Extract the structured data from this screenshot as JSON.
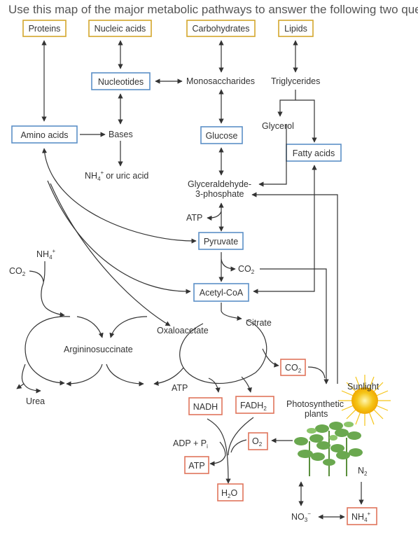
{
  "header": {
    "instruction": "Use this map of the major metabolic pathways to answer the following two ques"
  },
  "macromolecules": {
    "proteins": "Proteins",
    "nucleic_acids": "Nucleic acids",
    "carbohydrates": "Carbohydrates",
    "lipids": "Lipids"
  },
  "monomers": {
    "nucleotides": "Nucleotides",
    "monosaccharides": "Monosaccharides",
    "triglycerides": "Triglycerides",
    "glycerol": "Glycerol",
    "amino_acids": "Amino acids",
    "bases": "Bases",
    "glucose": "Glucose",
    "fatty_acids": "Fatty acids"
  },
  "nitrogen_waste": {
    "nh4_or_uric": "or uric acid",
    "nh4_label": "NH",
    "nh4_sub": "4",
    "nh4_sup": "+"
  },
  "glycolysis": {
    "g3p_line1": "Glyceraldehyde-",
    "g3p_line2": "3-phosphate",
    "atp": "ATP",
    "pyruvate": "Pyruvate",
    "co2": "CO",
    "co2_sub": "2",
    "acetyl_coa": "Acetyl-CoA"
  },
  "urea_cycle": {
    "nh4": "NH",
    "co2": "CO",
    "argininosuccinate": "Argininosuccinate",
    "urea": "Urea"
  },
  "krebs": {
    "oxaloacetate": "Oxaloacetate",
    "citrate": "Citrate",
    "co2": "CO",
    "atp": "ATP",
    "nadh": "NADH",
    "fadh2": "FADH",
    "fadh2_sub": "2"
  },
  "electron_transport": {
    "adp_pi": "ADP + P",
    "adp_sub": "i",
    "atp": "ATP",
    "o2": "O",
    "o2_sub": "2",
    "h2o_h": "H",
    "h2o_sub": "2",
    "h2o_o": "O"
  },
  "plants": {
    "photosynthetic_line1": "Photosynthetic",
    "photosynthetic_line2": "plants",
    "sunlight": "Sunlight",
    "n2": "N",
    "n2_sub": "2",
    "no3": "NO",
    "no3_sub": "3",
    "no3_sup": "−",
    "nh4": "NH",
    "nh4_sub": "4",
    "nh4_sup": "+"
  },
  "colors": {
    "macromolecule_box": "#d4a72c",
    "intermediate_box": "#5b8fc7",
    "product_box": "#e0745c",
    "sun": "#f5c518",
    "leaf": "#6aa84f"
  }
}
